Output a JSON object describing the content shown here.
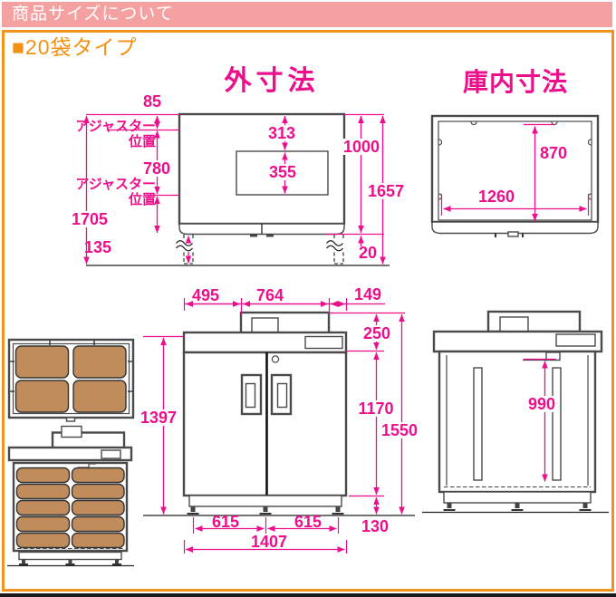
{
  "header": {
    "title": "商品サイズについて"
  },
  "section": {
    "bullet": "■",
    "title": "20袋タイプ"
  },
  "colors": {
    "dimension_magenta": "#ec0f8c",
    "frame_orange": "#f0941e",
    "header_pink": "#f5a1a1",
    "bag_brown": "#c08c5c"
  },
  "exterior": {
    "title": "外寸法",
    "back_view": {
      "top_offset": "85",
      "adjuster_label_1": "アジャスター位置",
      "adjuster_gap": "780",
      "adjuster_label_2": "アジャスター位置",
      "overall_height_with_legs": "1705",
      "leg_adjust_range": "135",
      "vent_top_offset": "313",
      "vent_height": "355",
      "body_height": "1000",
      "overall_height": "1657",
      "foot_min_gap": "20"
    },
    "front_view": {
      "left_offset": "495",
      "hood_width": "764",
      "right_offset": "149",
      "top_height": "250",
      "body_floor_height": "1397",
      "door_height": "1170",
      "total_height": "1550",
      "foot_pitch_left": "615",
      "foot_pitch_right": "615",
      "total_width": "1407",
      "leg_height": "130"
    }
  },
  "interior": {
    "title": "庫内寸法",
    "top_view": {
      "depth": "870",
      "width": "1260"
    },
    "front_view": {
      "height": "990"
    }
  }
}
